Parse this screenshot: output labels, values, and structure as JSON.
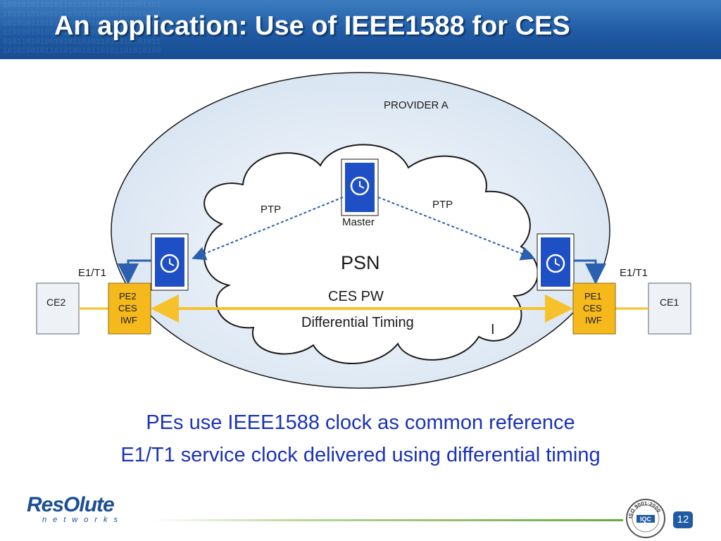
{
  "title": "An application: Use of IEEE1588 for CES",
  "diagram": {
    "provider_label": "PROVIDER A",
    "psn_label": "PSN",
    "master_label": "Master",
    "ptp_left": "PTP",
    "ptp_right": "PTP",
    "ces_pw_label": "CES PW",
    "timing_label": "Differential Timing",
    "e1t1_left": "E1/T1",
    "e1t1_right": "E1/T1",
    "ce2_label": "CE2",
    "ce1_label": "CE1",
    "pe2": {
      "line1": "PE2",
      "line2": "CES",
      "line3": "IWF"
    },
    "pe1": {
      "line1": "PE1",
      "line2": "CES",
      "line3": "IWF"
    },
    "cursor_mark": "I"
  },
  "captions": {
    "line1": "PEs use IEEE1588 clock as common reference",
    "line2": "E1/T1 service clock delivered using differential timing"
  },
  "footer": {
    "logo_text": "ResOlute",
    "logo_sub": "networks",
    "iso_text": "ISO 9001:2000",
    "iso_badge": "IQC",
    "page_number": "12"
  },
  "colors": {
    "header_blue": "#1f5aa3",
    "caption_blue": "#1a32b8",
    "pe_orange": "#f5b91c",
    "link_yellow": "#f6c12a",
    "clock_blue": "#1e4fc4"
  }
}
